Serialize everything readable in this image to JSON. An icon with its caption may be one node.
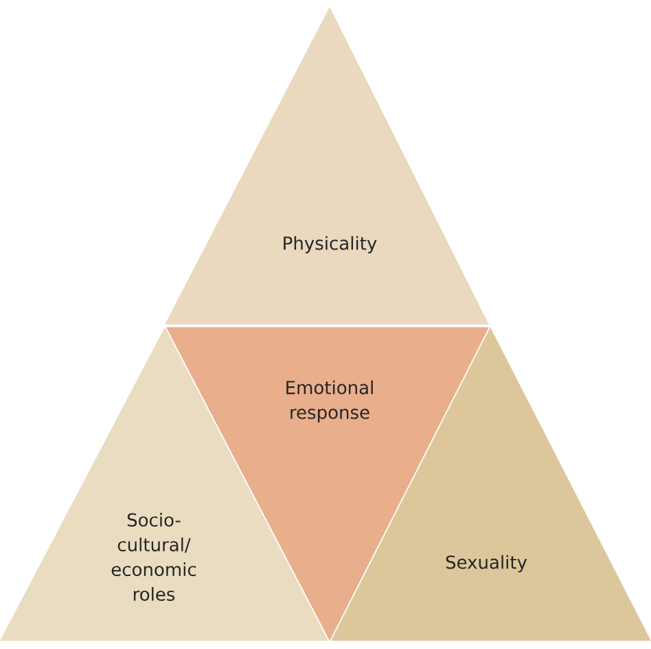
{
  "diagram": {
    "nodes": [
      {
        "text": [
          "Physicality"
        ]
      },
      {
        "text": [
          "Emotional response"
        ]
      },
      {
        "text": [
          "Socio- cultural/ economic roles"
        ]
      },
      {
        "text": [
          "Sexuality"
        ]
      }
    ]
  }
}
